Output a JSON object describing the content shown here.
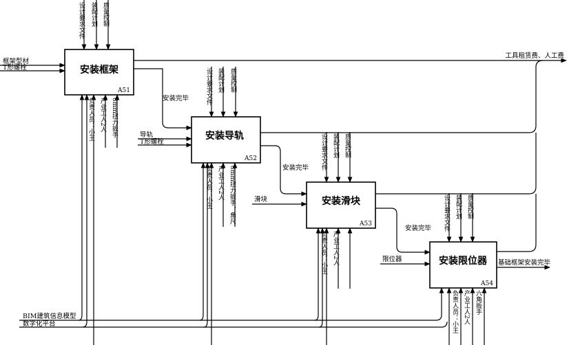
{
  "boxes": [
    {
      "title": "安装框架",
      "code": "A51"
    },
    {
      "title": "安装导轨",
      "code": "A52"
    },
    {
      "title": "安装滑块",
      "code": "A53"
    },
    {
      "title": "安装限位器",
      "code": "A54"
    }
  ],
  "controls": {
    "design_docs": "设计要求文件",
    "assembly_plan": "装配计划",
    "quality_control": "质量控制"
  },
  "inputs": {
    "frame_profile": "框架型材",
    "t_bolt_1": "T形螺栓",
    "rail": "导轨",
    "t_bolt_2": "T形螺栓",
    "slider": "滑块",
    "limiter": "限位器"
  },
  "transitions": {
    "done1": "安装完毕",
    "done2": "安装完毕",
    "done3": "安装完毕"
  },
  "outputs": {
    "tool_cost": "工具租赁费、人工费",
    "final": "基础框架安装完毕"
  },
  "mechanisms": {
    "responsible": "负责人员：小王",
    "workers": "产业工人2人",
    "wrench_a51": "8mm扭力扳手",
    "wrench_a52": "8mm扭力扳手、角尺",
    "wrench_a54": "六角扳手",
    "bim": "BIM建筑信息模型",
    "platform": "数字化平台"
  }
}
